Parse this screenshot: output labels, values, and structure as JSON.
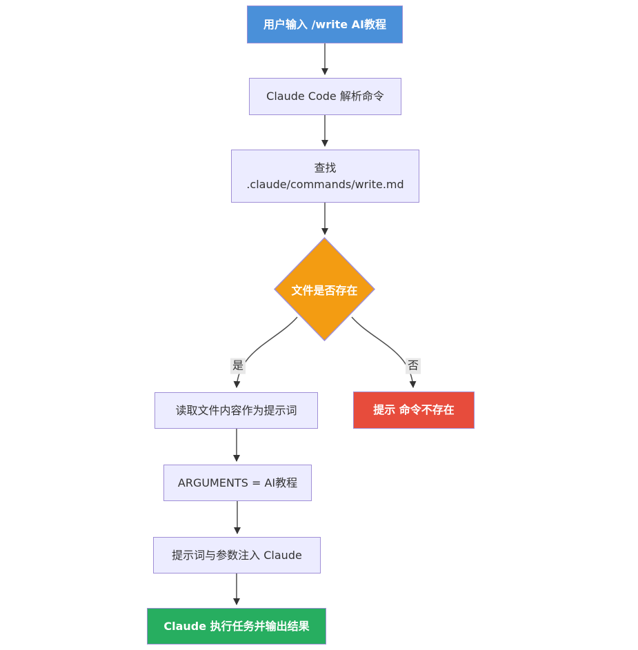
{
  "diagram": {
    "title": "slash-command flow",
    "background": "#ffffff",
    "nodes": {
      "start": {
        "label": "用户输入 /write AI教程",
        "shape": "rect",
        "fill": "#4a90d9",
        "text_color": "#ffffff"
      },
      "parse": {
        "label": "Claude Code 解析命令",
        "shape": "rect",
        "fill": "#ececff",
        "text_color": "#333333"
      },
      "find": {
        "label": "查找\n.claude/commands/write.md",
        "shape": "rect",
        "fill": "#ececff",
        "text_color": "#333333"
      },
      "decision": {
        "label": "文件是否存在",
        "shape": "diamond",
        "fill": "#f39c12",
        "text_color": "#ffffff"
      },
      "read": {
        "label": "读取文件内容作为提示词",
        "shape": "rect",
        "fill": "#ececff",
        "text_color": "#333333"
      },
      "error": {
        "label": "提示 命令不存在",
        "shape": "rect",
        "fill": "#e74c3c",
        "text_color": "#ffffff"
      },
      "args": {
        "label": "ARGUMENTS = AI教程",
        "shape": "rect",
        "fill": "#ececff",
        "text_color": "#333333"
      },
      "inject": {
        "label": "提示词与参数注入 Claude",
        "shape": "rect",
        "fill": "#ececff",
        "text_color": "#333333"
      },
      "done": {
        "label": "Claude 执行任务并输出结果",
        "shape": "rect",
        "fill": "#27ae60",
        "text_color": "#ffffff"
      }
    },
    "edges": [
      {
        "from": "start",
        "to": "parse",
        "label": ""
      },
      {
        "from": "parse",
        "to": "find",
        "label": ""
      },
      {
        "from": "find",
        "to": "decision",
        "label": ""
      },
      {
        "from": "decision",
        "to": "read",
        "label": "是"
      },
      {
        "from": "decision",
        "to": "error",
        "label": "否"
      },
      {
        "from": "read",
        "to": "args",
        "label": ""
      },
      {
        "from": "args",
        "to": "inject",
        "label": ""
      },
      {
        "from": "inject",
        "to": "done",
        "label": ""
      }
    ],
    "colors": {
      "node_border": "#9f8ed6",
      "edge_line": "#4d4d4d",
      "arrowhead": "#333333",
      "edge_label_bg": "#e8e8e8",
      "process_fill": "#ececff",
      "start_fill": "#4a90d9",
      "decision_fill": "#f39c12",
      "error_fill": "#e74c3c",
      "done_fill": "#27ae60"
    }
  }
}
